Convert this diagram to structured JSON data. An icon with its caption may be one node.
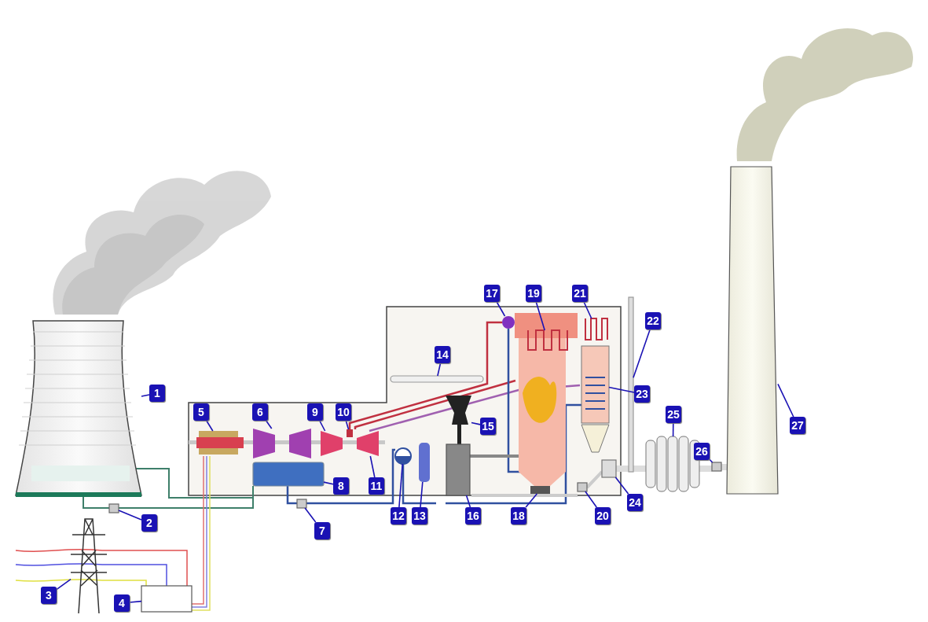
{
  "diagram": {
    "nodes": [
      {
        "text": [
          "1"
        ]
      },
      {
        "text": [
          "2"
        ]
      },
      {
        "text": [
          "3"
        ]
      },
      {
        "text": [
          "4"
        ]
      },
      {
        "text": [
          "5"
        ]
      },
      {
        "text": [
          "6"
        ]
      },
      {
        "text": [
          "7"
        ]
      },
      {
        "text": [
          "8"
        ]
      },
      {
        "text": [
          "9"
        ]
      },
      {
        "text": [
          "10"
        ]
      },
      {
        "text": [
          "11"
        ]
      },
      {
        "text": [
          "12"
        ]
      },
      {
        "text": [
          "13"
        ]
      },
      {
        "text": [
          "14"
        ]
      },
      {
        "text": [
          "15"
        ]
      },
      {
        "text": [
          "16"
        ]
      },
      {
        "text": [
          "17"
        ]
      },
      {
        "text": [
          "18"
        ]
      },
      {
        "text": [
          "19"
        ]
      },
      {
        "text": [
          "20"
        ]
      },
      {
        "text": [
          "21"
        ]
      },
      {
        "text": [
          "22"
        ]
      },
      {
        "text": [
          "23"
        ]
      },
      {
        "text": [
          "24"
        ]
      },
      {
        "text": [
          "25"
        ]
      },
      {
        "text": [
          "26"
        ]
      },
      {
        "text": [
          "27"
        ]
      },
      {
        "text": [],
        "shape": "picture"
      },
      {
        "text": [],
        "shape": "box"
      },
      {
        "text": [],
        "shape": "picture"
      },
      {
        "text": [],
        "shape": "box"
      },
      {
        "text": [],
        "shape": "picture"
      },
      {
        "text": [],
        "shape": "picture"
      },
      {
        "text": [],
        "shape": "box"
      },
      {
        "text": [],
        "shape": "box"
      },
      {
        "text": [],
        "shape": "trapezoid"
      },
      {
        "text": [],
        "shape": "box"
      },
      {
        "text": [],
        "shape": "trapezoid"
      },
      {
        "text": [],
        "shape": "picture"
      },
      {
        "text": [],
        "shape": "box"
      },
      {
        "text": [],
        "shape": "box"
      },
      {
        "text": [],
        "shape": "picture"
      },
      {
        "text": [],
        "shape": "box"
      },
      {
        "text": [],
        "shape": "circle"
      },
      {
        "text": [],
        "shape": "box"
      },
      {
        "text": [],
        "shape": "picture"
      },
      {
        "text": [],
        "shape": "box"
      },
      {
        "text": [],
        "shape": "picture"
      },
      {
        "text": [],
        "shape": "box"
      },
      {
        "text": [],
        "shape": "picture"
      },
      {
        "text": [],
        "shape": "box"
      },
      {
        "text": [],
        "shape": "picture"
      },
      {
        "text": [],
        "shape": "box"
      },
      {
        "text": [],
        "shape": "trapezoid"
      }
    ],
    "edges": [
      {
        "from": 0,
        "to": 27,
        "arrow": "none"
      },
      {
        "from": 1,
        "to": 28,
        "arrow": "none"
      },
      {
        "from": 2,
        "to": 29,
        "arrow": "none"
      },
      {
        "from": 3,
        "to": 30,
        "arrow": "none"
      },
      {
        "from": 4,
        "to": 31,
        "arrow": "none"
      },
      {
        "from": 5,
        "to": 32,
        "arrow": "none"
      },
      {
        "from": 6,
        "to": 33,
        "arrow": "none"
      },
      {
        "from": 7,
        "to": 34,
        "arrow": "none"
      },
      {
        "from": 8,
        "to": 35,
        "arrow": "none"
      },
      {
        "from": 9,
        "to": 36,
        "arrow": "none"
      },
      {
        "from": 10,
        "to": 37,
        "arrow": "none"
      },
      {
        "from": 11,
        "to": 38,
        "arrow": "none"
      },
      {
        "from": 12,
        "to": 39,
        "arrow": "none"
      },
      {
        "from": 13,
        "to": 40,
        "arrow": "none"
      },
      {
        "from": 14,
        "to": 41,
        "arrow": "none"
      },
      {
        "from": 15,
        "to": 42,
        "arrow": "none"
      },
      {
        "from": 16,
        "to": 43,
        "arrow": "none"
      },
      {
        "from": 17,
        "to": 44,
        "arrow": "none"
      },
      {
        "from": 18,
        "to": 45,
        "arrow": "none"
      },
      {
        "from": 19,
        "to": 46,
        "arrow": "none"
      },
      {
        "from": 20,
        "to": 47,
        "arrow": "none"
      },
      {
        "from": 21,
        "to": 48,
        "arrow": "none"
      },
      {
        "from": 22,
        "to": 49,
        "arrow": "none"
      },
      {
        "from": 23,
        "to": 50,
        "arrow": "none"
      },
      {
        "from": 24,
        "to": 51,
        "arrow": "none"
      },
      {
        "from": 25,
        "to": 52,
        "arrow": "none"
      },
      {
        "from": 26,
        "to": 53,
        "arrow": "none"
      }
    ]
  }
}
